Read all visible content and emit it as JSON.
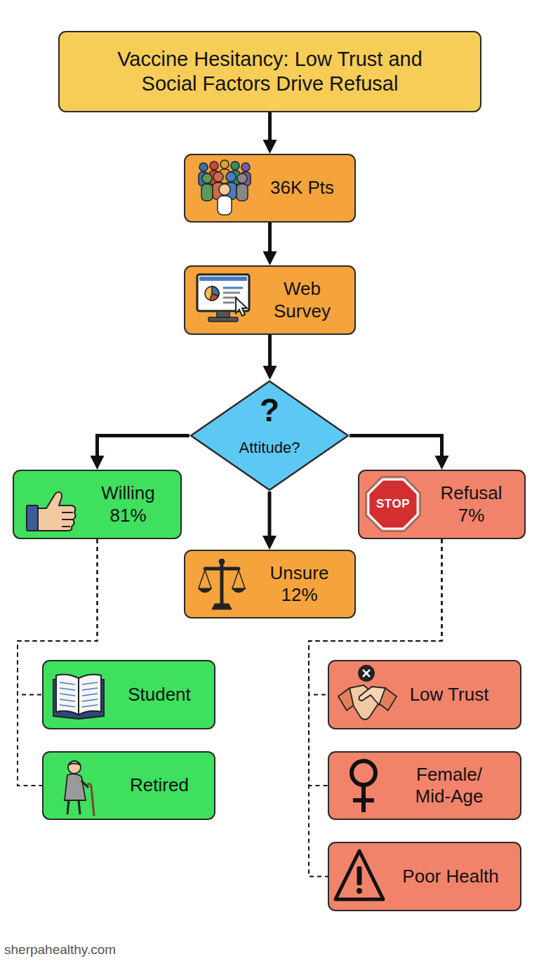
{
  "diagram": {
    "title": "Vaccine Hesitancy: Low Trust and Social Factors Drive Refusal",
    "nodes": [
      {
        "text": [
          "Vaccine Hesitancy: Low Trust and Social Factors Drive Refusal"
        ]
      },
      {
        "text": [
          "36K Pts"
        ]
      },
      {
        "text": [
          "Web Survey"
        ]
      },
      {
        "text": [
          "?",
          "Attitude?"
        ]
      },
      {
        "text": [
          "Willing 81%"
        ]
      },
      {
        "text": [
          "Unsure 12%"
        ]
      },
      {
        "text": [
          "STOP",
          "Refusal 7%"
        ]
      },
      {
        "text": [
          "Student"
        ]
      },
      {
        "text": [
          "Retired"
        ]
      },
      {
        "text": [
          "Low Trust"
        ]
      },
      {
        "text": [
          "Female/ Mid-Age"
        ]
      },
      {
        "text": [
          "Poor Health"
        ]
      }
    ],
    "edges": [
      {
        "from": 0,
        "to": 1,
        "arrow": "to"
      },
      {
        "from": 1,
        "to": 2,
        "arrow": "to"
      },
      {
        "from": 2,
        "to": 3,
        "arrow": "to"
      },
      {
        "from": 3,
        "to": 4,
        "arrow": "to"
      },
      {
        "from": 3,
        "to": 5,
        "arrow": "to"
      },
      {
        "from": 3,
        "to": 6,
        "arrow": "to"
      },
      {
        "from": 4,
        "to": 7,
        "arrow": "none"
      },
      {
        "from": 4,
        "to": 8,
        "arrow": "none"
      },
      {
        "from": 6,
        "to": 9,
        "arrow": "none"
      },
      {
        "from": 6,
        "to": 10,
        "arrow": "none"
      },
      {
        "from": 6,
        "to": 11,
        "arrow": "none"
      }
    ],
    "labels": [
      "sherpahealthy.com"
    ]
  }
}
